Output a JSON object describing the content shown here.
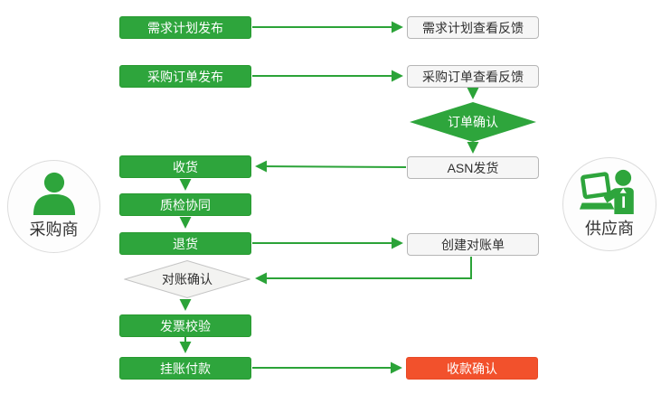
{
  "diagram": {
    "type": "flowchart",
    "actors": {
      "buyer": {
        "label": "采购商",
        "icon": "user-icon"
      },
      "supplier": {
        "label": "供应商",
        "icon": "user-laptop-icon"
      }
    },
    "nodes": {
      "demand_plan_publish": {
        "label": "需求计划发布",
        "shape": "process",
        "color": "green",
        "lane": "buyer"
      },
      "demand_plan_feedback": {
        "label": "需求计划查看反馈",
        "shape": "process",
        "color": "white",
        "lane": "supplier"
      },
      "purchase_order_publish": {
        "label": "采购订单发布",
        "shape": "process",
        "color": "green",
        "lane": "buyer"
      },
      "purchase_order_feedback": {
        "label": "采购订单查看反馈",
        "shape": "process",
        "color": "white",
        "lane": "supplier"
      },
      "order_confirm": {
        "label": "订单确认",
        "shape": "decision",
        "color": "green",
        "lane": "supplier"
      },
      "asn_shipment": {
        "label": "ASN发货",
        "shape": "process",
        "color": "white",
        "lane": "supplier"
      },
      "receive_goods": {
        "label": "收货",
        "shape": "process",
        "color": "green",
        "lane": "buyer"
      },
      "quality_inspection": {
        "label": "质检协同",
        "shape": "process",
        "color": "green",
        "lane": "buyer"
      },
      "return_goods": {
        "label": "退货",
        "shape": "process",
        "color": "green",
        "lane": "buyer"
      },
      "create_statement": {
        "label": "创建对账单",
        "shape": "process",
        "color": "white",
        "lane": "supplier"
      },
      "reconciliation_confirm": {
        "label": "对账确认",
        "shape": "decision",
        "color": "gray",
        "lane": "buyer"
      },
      "invoice_verification": {
        "label": "发票校验",
        "shape": "process",
        "color": "green",
        "lane": "buyer"
      },
      "payment_on_account": {
        "label": "挂账付款",
        "shape": "process",
        "color": "green",
        "lane": "buyer"
      },
      "payment_receipt_confirm": {
        "label": "收款确认",
        "shape": "process",
        "color": "red",
        "lane": "supplier"
      }
    },
    "edges": [
      {
        "from": "需求计划发布",
        "to": "需求计划查看反馈"
      },
      {
        "from": "采购订单发布",
        "to": "采购订单查看反馈"
      },
      {
        "from": "采购订单查看反馈",
        "to": "订单确认"
      },
      {
        "from": "订单确认",
        "to": "ASN发货"
      },
      {
        "from": "ASN发货",
        "to": "收货"
      },
      {
        "from": "收货",
        "to": "质检协同"
      },
      {
        "from": "质检协同",
        "to": "退货"
      },
      {
        "from": "退货",
        "to": "创建对账单"
      },
      {
        "from": "创建对账单",
        "to": "对账确认"
      },
      {
        "from": "对账确认",
        "to": "发票校验"
      },
      {
        "from": "发票校验",
        "to": "挂账付款"
      },
      {
        "from": "挂账付款",
        "to": "收款确认"
      }
    ],
    "colors": {
      "green_box": "#2EA53C",
      "red_box": "#F2512C",
      "line": "#2BA338",
      "gray_diamond_fill": "#F3F3F1",
      "gray_diamond_border": "#C4C4C4",
      "white_box_fill": "#F6F6F6",
      "white_box_border": "#B6B6B6",
      "background": "#FFFFFF"
    }
  }
}
